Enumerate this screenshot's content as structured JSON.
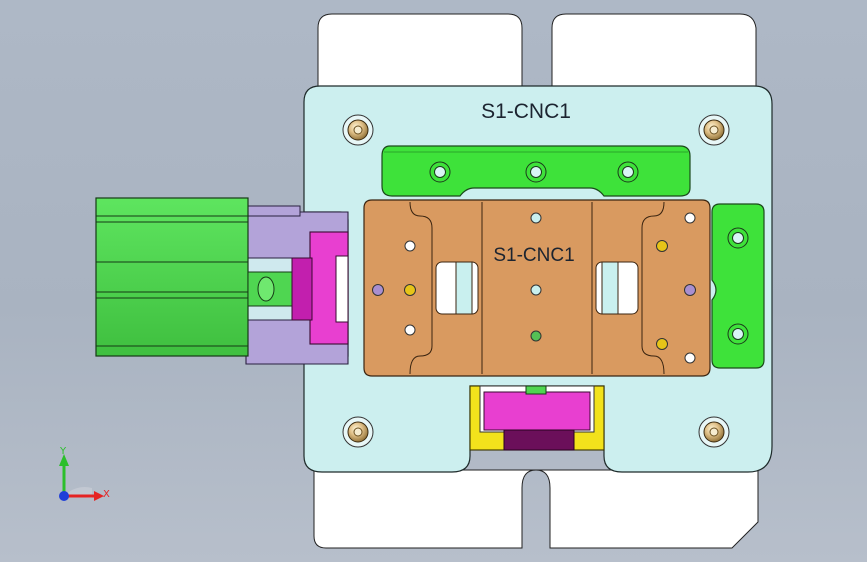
{
  "viewport": {
    "background": "#aeb8c6",
    "model": {
      "plate_label": "S1-CNC1",
      "insert_label": "S1-CNC1"
    },
    "colors": {
      "white_jaw": "#ffffff",
      "base_plate": "#ccefef",
      "copper_insert": "#d99a60",
      "green_clamp": "#3ee23a",
      "green_cylinder": "#4fd651",
      "magenta_pusher": "#e83fd0",
      "lavender_block": "#b3a3d9",
      "yellow_block": "#f2e21c",
      "brass_screw": "#d8b878"
    },
    "triad": {
      "x_label": "X",
      "y_label": "Y",
      "x_color": "#e52323",
      "y_color": "#2bbf2b",
      "z_color": "#1f3fd8"
    }
  }
}
